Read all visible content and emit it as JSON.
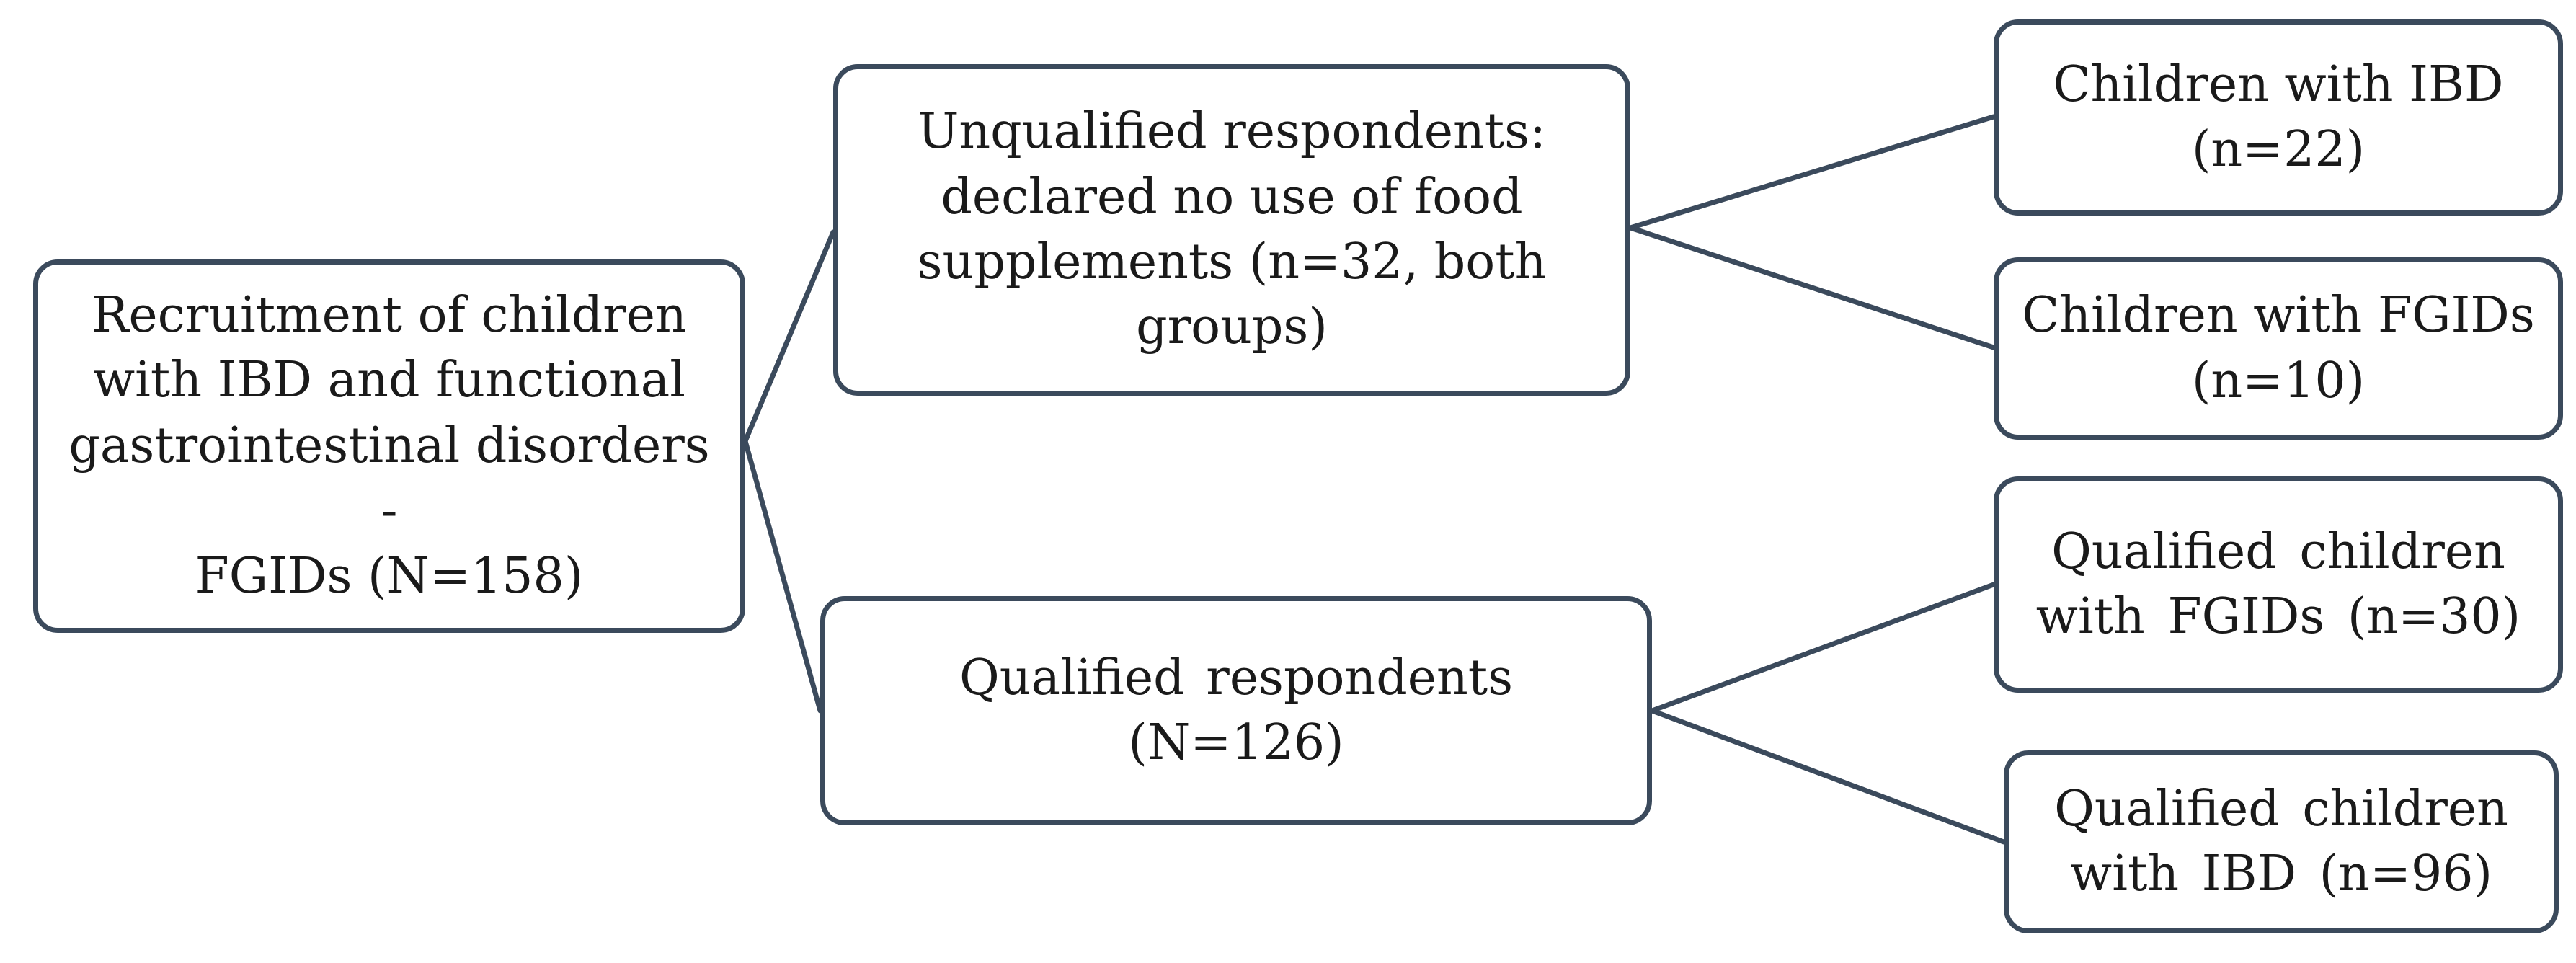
{
  "flowchart": {
    "root": {
      "lines": [
        "Recruitment of children",
        "with IBD and functional",
        "gastrointestinal disorders -",
        "FGIDs (N=158)"
      ]
    },
    "unqualified": {
      "lines": [
        "Unqualified respondents:",
        "declared no use of food",
        "supplements (n=32, both",
        "groups)"
      ]
    },
    "qualified": {
      "lines": [
        "Qualified  respondents (N=126)"
      ]
    },
    "children_ibd": {
      "lines": [
        "Children with IBD",
        "(n=22)"
      ]
    },
    "children_fgids": {
      "lines": [
        "Children with FGIDs",
        "(n=10)"
      ]
    },
    "qualified_fgids": {
      "lines": [
        "Qualified  children",
        "with FGIDs (n=30)"
      ]
    },
    "qualified_ibd": {
      "lines": [
        "Qualified  children",
        "with IBD (n=96)"
      ]
    }
  },
  "colors": {
    "border": "#3b4a5c",
    "text": "#1a1a1a"
  }
}
